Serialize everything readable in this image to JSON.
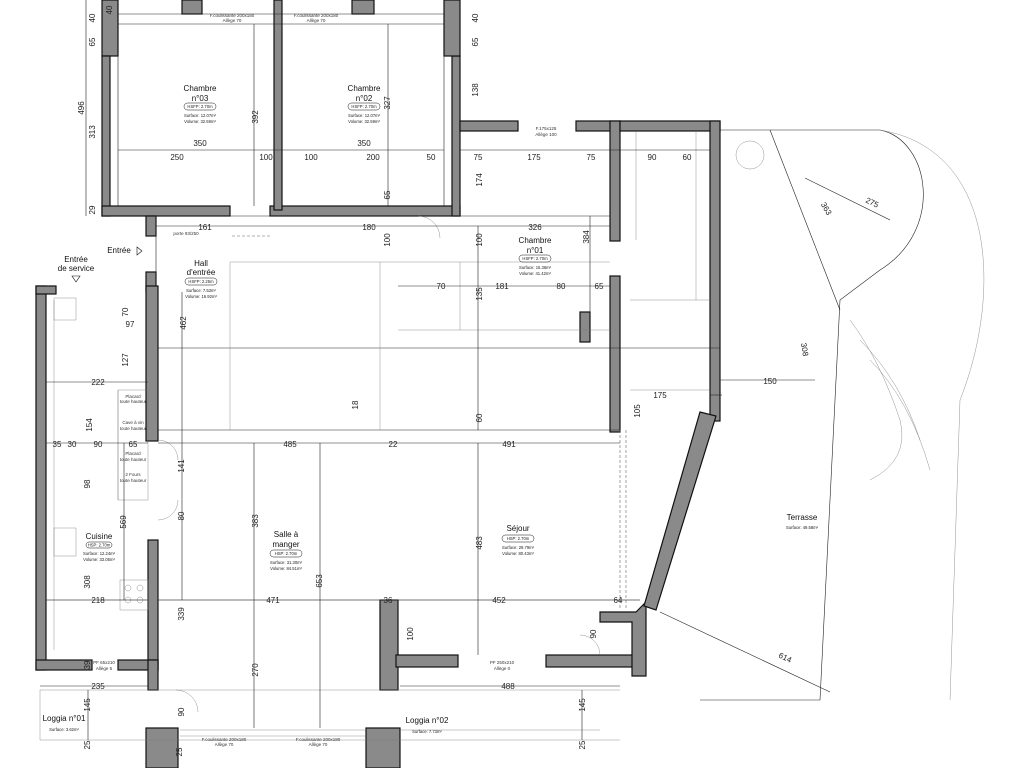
{
  "rooms": {
    "chambre3": {
      "name_line1": "Chambre",
      "name_line2": "n°03",
      "hsp": "HSFP: 2.70m",
      "surface": "Surface: 12.07m²",
      "volume": "Volume: 32.59m³"
    },
    "chambre2": {
      "name_line1": "Chambre",
      "name_line2": "n°02",
      "hsp": "HSFP: 2.70m",
      "surface": "Surface: 12.07m²",
      "volume": "Volume: 32.59m³"
    },
    "chambre1": {
      "name_line1": "Chambre",
      "name_line2": "n°01",
      "hsp": "HSFP: 2.70m",
      "surface": "Surface: 15.36m²",
      "volume": "Volume: 41.42m³"
    },
    "hall": {
      "name_line1": "Hall",
      "name_line2": "d'entrée",
      "hsp": "HSFP: 2.25m",
      "surface": "Surface: 7.53m²",
      "volume": "Volume: 16.92m³"
    },
    "salle": {
      "name_line1": "Salle à",
      "name_line2": "manger",
      "hsp": "HSP: 2.70m",
      "surface": "Surface: 31.30m²",
      "volume": "Volume: 84.51m³"
    },
    "sejour": {
      "name": "Séjour",
      "hsp": "HSP: 2.70m",
      "surface": "Surface: 29.79m²",
      "volume": "Volume: 80.43m³"
    },
    "cuisine": {
      "name": "Cuisine",
      "hsp": "HSP: 2.70m",
      "surface": "Surface: 12.24m²",
      "volume": "Volume: 33.05m³"
    },
    "terrasse": {
      "name": "Terrasse",
      "surface": "Surface: 49.58m²"
    },
    "loggia1": {
      "name": "Loggia n°01",
      "surface": "Surface: 3.62m²"
    },
    "loggia2": {
      "name": "Loggia n°02",
      "surface": "Surface: 7.73m²"
    }
  },
  "labels": {
    "entree": "Entrée",
    "entree_service_1": "Entrée",
    "entree_service_2": "de service",
    "placard1_l1": "Placard",
    "placard1_l2": "toute hauteur",
    "cave_l1": "Cave à vin",
    "cave_l2": "toute hauteur",
    "placard2_l1": "Placard",
    "placard2_l2": "toute hauteur",
    "fours_l1": "2 Fours",
    "fours_l2": "toute hauteur",
    "porte": "porte 93/250"
  },
  "windows": {
    "top_left_l1": "F.coulissante 200x180",
    "top_left_l2": "Allège 70",
    "top_right_l1": "F.coulissante 200x180",
    "top_right_l2": "Allège 70",
    "chambre1_l1": "F.175x125",
    "chambre1_l2": "Allège 100",
    "sejour_l1": "PF 250x210",
    "sejour_l2": "Allège 0",
    "cuisine_l1": "PF 65x210",
    "cuisine_l2": "Allège 5",
    "bottom_left_l1": "F.coulissante 200x180",
    "bottom_left_l2": "Allège 70",
    "bottom_right_l1": "F.coulissante 200x180",
    "bottom_right_l2": "Allège 70"
  },
  "dimensions": {
    "d496": "496",
    "d65a": "65",
    "d40a": "40",
    "d313": "313",
    "d29": "29",
    "d40b": "40",
    "d40c": "40",
    "d65b": "65",
    "d138": "138",
    "d392": "392",
    "d327": "327",
    "d350a": "350",
    "d350b": "350",
    "d250": "250",
    "d100a": "100",
    "d100b": "100",
    "d200": "200",
    "d50": "50",
    "d65c": "65",
    "d75a": "75",
    "d175a": "175",
    "d75b": "75",
    "d90a": "90",
    "d60a": "60",
    "d174": "174",
    "d161": "161",
    "d180": "180",
    "d100c": "100",
    "d100d": "100",
    "d326": "326",
    "d384": "384",
    "d363": "363",
    "d275": "275",
    "d70a": "70",
    "d181": "181",
    "d80a": "80",
    "d65d": "65",
    "d135": "135",
    "d462": "462",
    "d97": "97",
    "d70b": "70",
    "d127": "127",
    "d222": "222",
    "d154": "154",
    "d35": "35",
    "d30": "30",
    "d90b": "90",
    "d65e": "65",
    "d485": "485",
    "d22": "22",
    "d491": "491",
    "d175b": "175",
    "d105": "105",
    "d60b": "60",
    "d18": "18",
    "d308a": "308",
    "d150": "150",
    "d141": "141",
    "d98": "98",
    "d80b": "80",
    "d569": "569",
    "d383": "383",
    "d653": "653",
    "d483": "483",
    "d308b": "308",
    "d218": "218",
    "d471": "471",
    "d36": "36",
    "d452": "452",
    "d64": "64",
    "d339": "339",
    "d100e": "100",
    "d90c": "90",
    "d614": "614",
    "d270": "270",
    "d39": "39",
    "d235": "235",
    "d488": "488",
    "d145a": "145",
    "d145b": "145",
    "d90d": "90",
    "d25a": "25",
    "d25b": "25",
    "d25c": "25"
  },
  "colors": {
    "wall_fill": "#8a8a8a",
    "line": "#111111"
  }
}
